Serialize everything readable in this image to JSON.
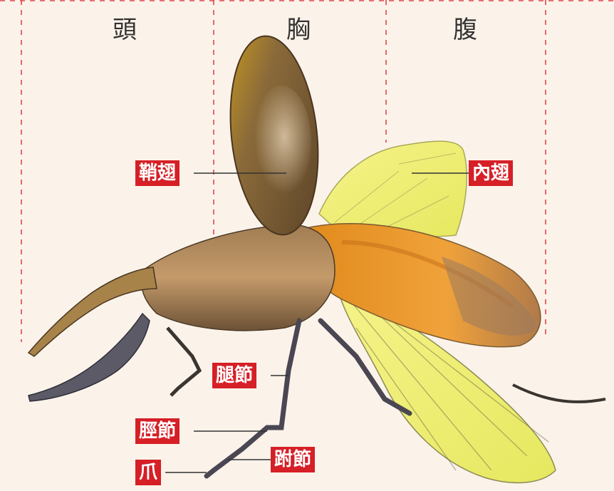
{
  "sections": {
    "head": "頭",
    "thorax": "胸",
    "abdomen": "腹"
  },
  "labels": {
    "elytra": "鞘翅",
    "hindwing": "內翅",
    "femur": "腿節",
    "tibia": "脛節",
    "tarsus": "跗節",
    "claw": "爪"
  },
  "colors": {
    "divider": "#e0464a",
    "tag_bg": "#d61f26",
    "background": "#fbf3ea"
  }
}
